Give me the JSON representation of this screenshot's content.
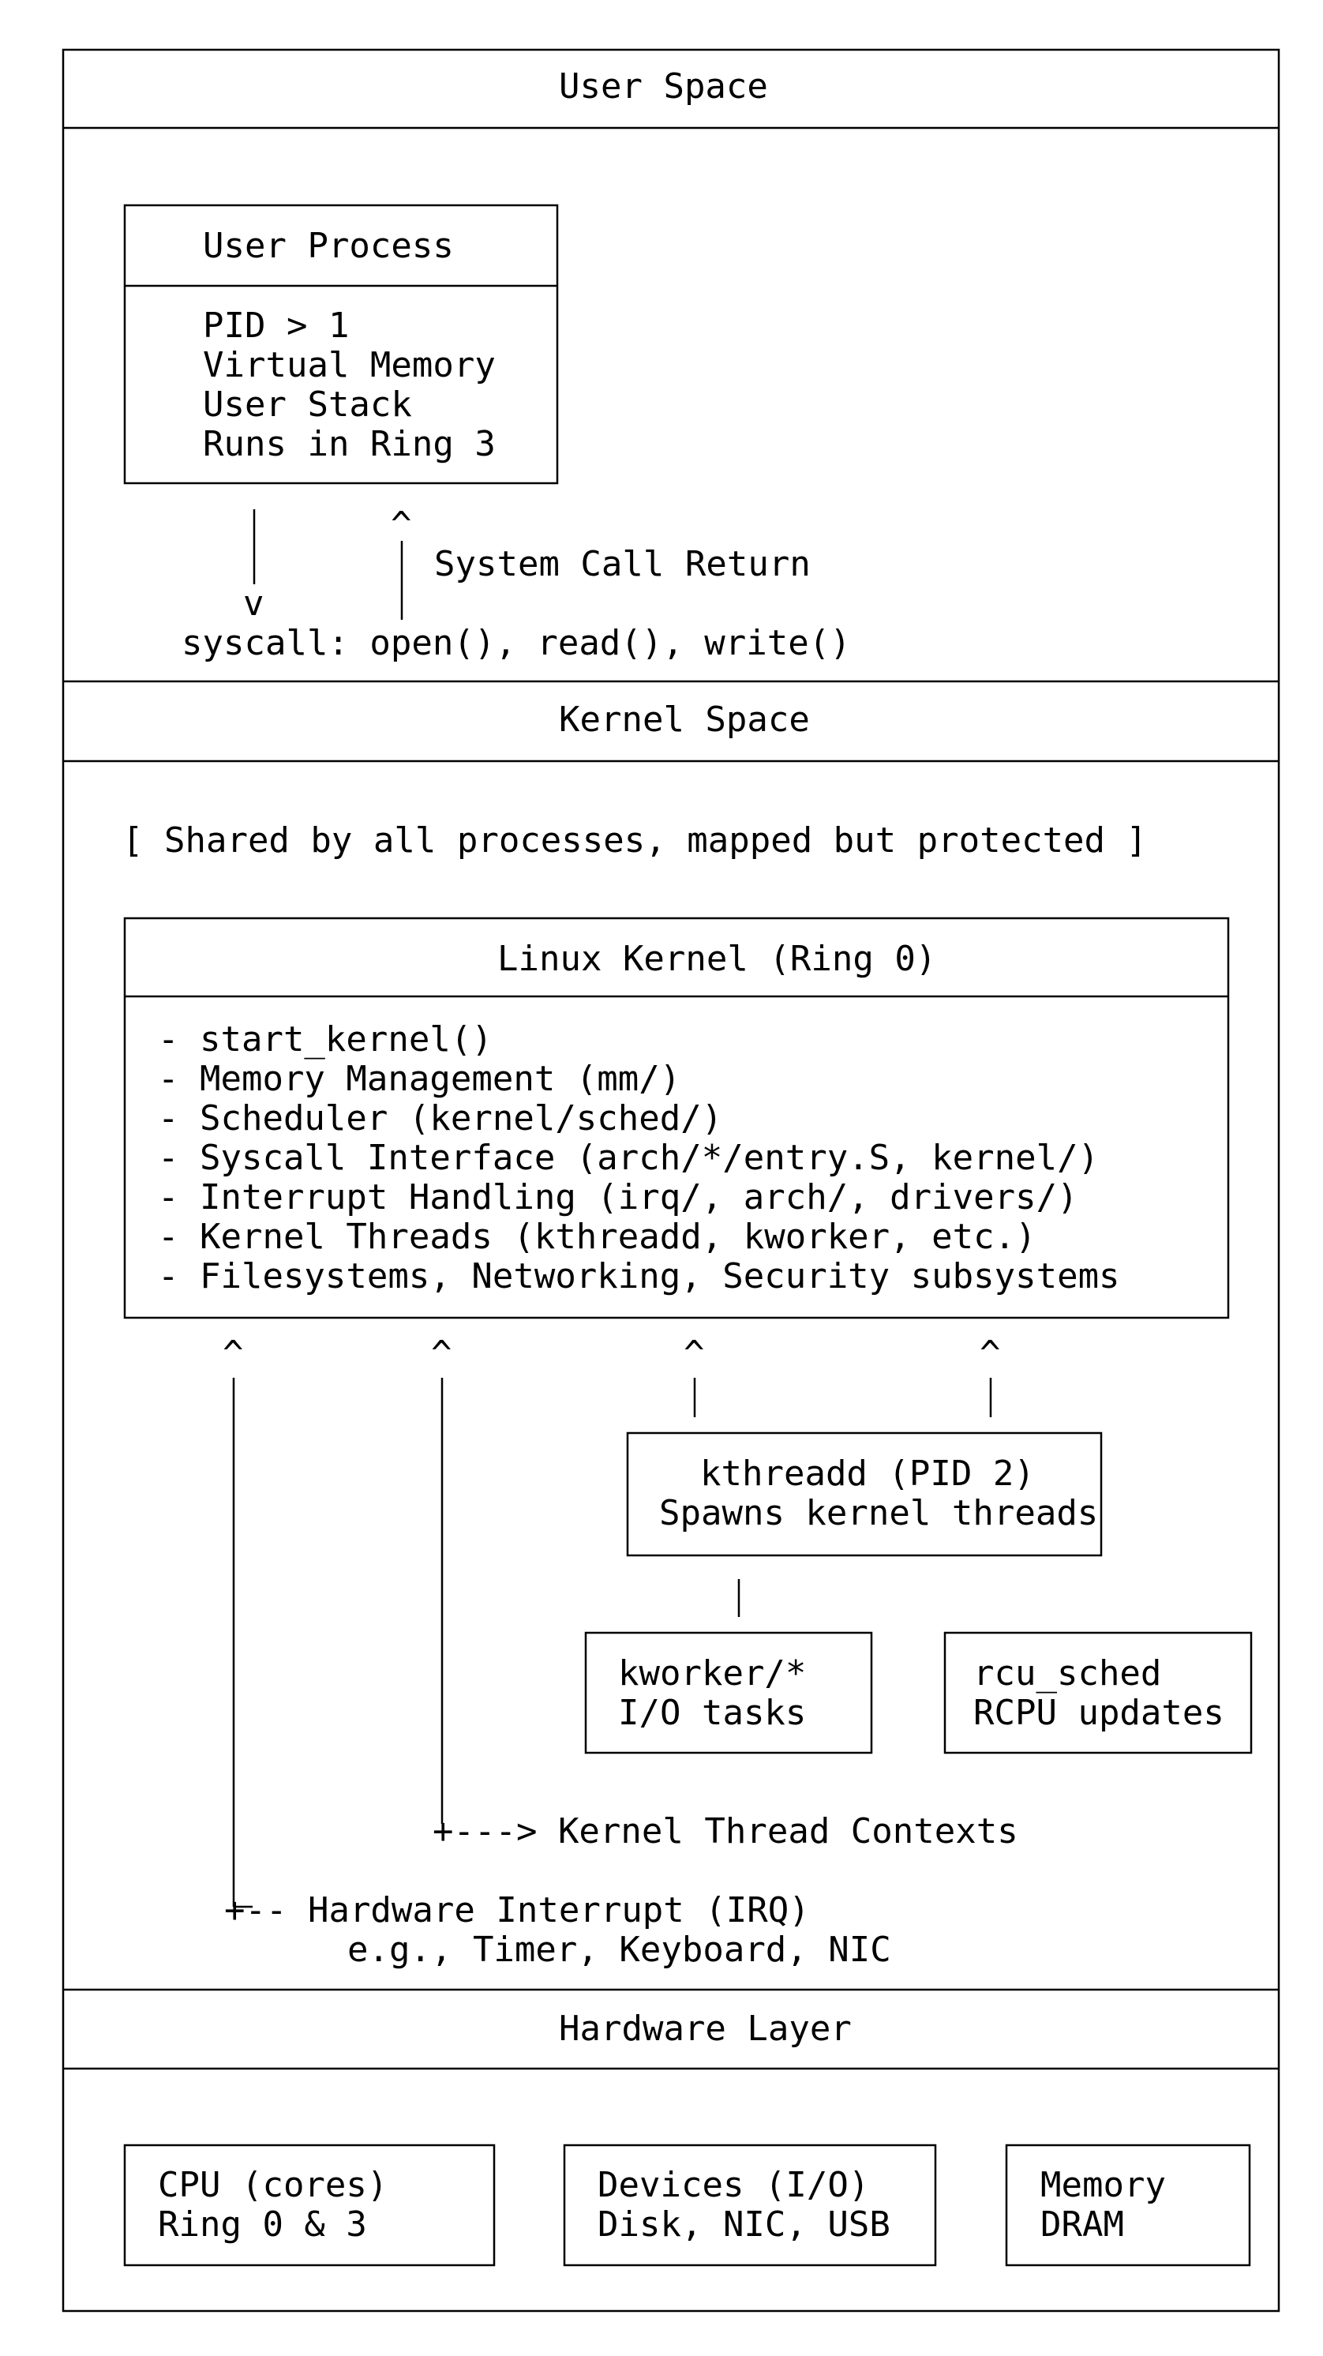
{
  "sections": {
    "user_space": "User Space",
    "kernel_space": "Kernel Space",
    "hardware_layer": "Hardware Layer"
  },
  "user_process": {
    "title": "User Process",
    "lines": [
      "PID > 1",
      "Virtual Memory",
      "User Stack",
      "Runs in Ring 3"
    ]
  },
  "syscall": {
    "arrow_down": "v",
    "arrow_up": "^",
    "return_label": "System Call Return",
    "call_label": "syscall: open(), read(), write()"
  },
  "kernel": {
    "shared_note": "[ Shared by all processes, mapped but protected ]",
    "title": "Linux Kernel (Ring 0)",
    "lines": [
      "- start_kernel()",
      "- Memory Management (mm/)",
      "- Scheduler (kernel/sched/)",
      "- Syscall Interface (arch/*/entry.S, kernel/)",
      "- Interrupt Handling (irq/, arch/, drivers/)",
      "- Kernel Threads (kthreadd, kworker, etc.)",
      "- Filesystems, Networking, Security subsystems"
    ]
  },
  "kthreadd": {
    "line1": "kthreadd (PID 2)",
    "line2": "Spawns kernel threads"
  },
  "kworker": {
    "line1": "kworker/*",
    "line2": "I/O tasks"
  },
  "rcu_sched": {
    "line1": "rcu_sched",
    "line2": "RCPU updates"
  },
  "contexts_label": "+---> Kernel Thread Contexts",
  "irq": {
    "label": "+-- Hardware Interrupt (IRQ)",
    "examples": "e.g., Timer, Keyboard, NIC"
  },
  "hardware": {
    "cpu": {
      "line1": "CPU (cores)",
      "line2": "Ring 0 & 3"
    },
    "devices": {
      "line1": "Devices (I/O)",
      "line2": "Disk, NIC, USB"
    },
    "memory": {
      "line1": "Memory",
      "line2": "DRAM"
    }
  },
  "colors": {
    "ink": "#000000",
    "background": "#ffffff"
  }
}
